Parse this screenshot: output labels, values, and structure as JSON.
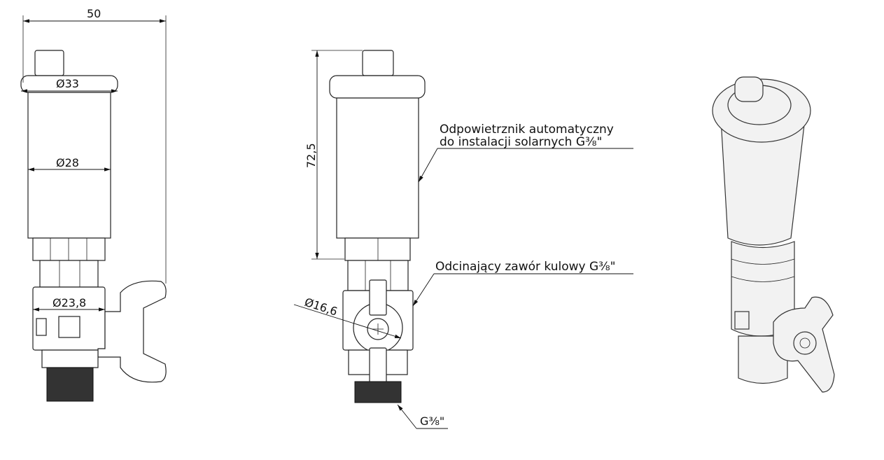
{
  "dimensions": {
    "overall_width": "50",
    "cap_diameter": "Ø33",
    "body_diameter": "Ø28",
    "valve_diameter": "Ø23,8",
    "height": "72,5",
    "handle_diameter": "Ø16,6"
  },
  "callouts": {
    "vent_line1": "Odpowietrznik automatyczny",
    "vent_line2": "do instalacji solarnych G⅜\"",
    "valve": "Odcinający zawór kulowy G⅜\"",
    "thread": "G⅜\""
  }
}
